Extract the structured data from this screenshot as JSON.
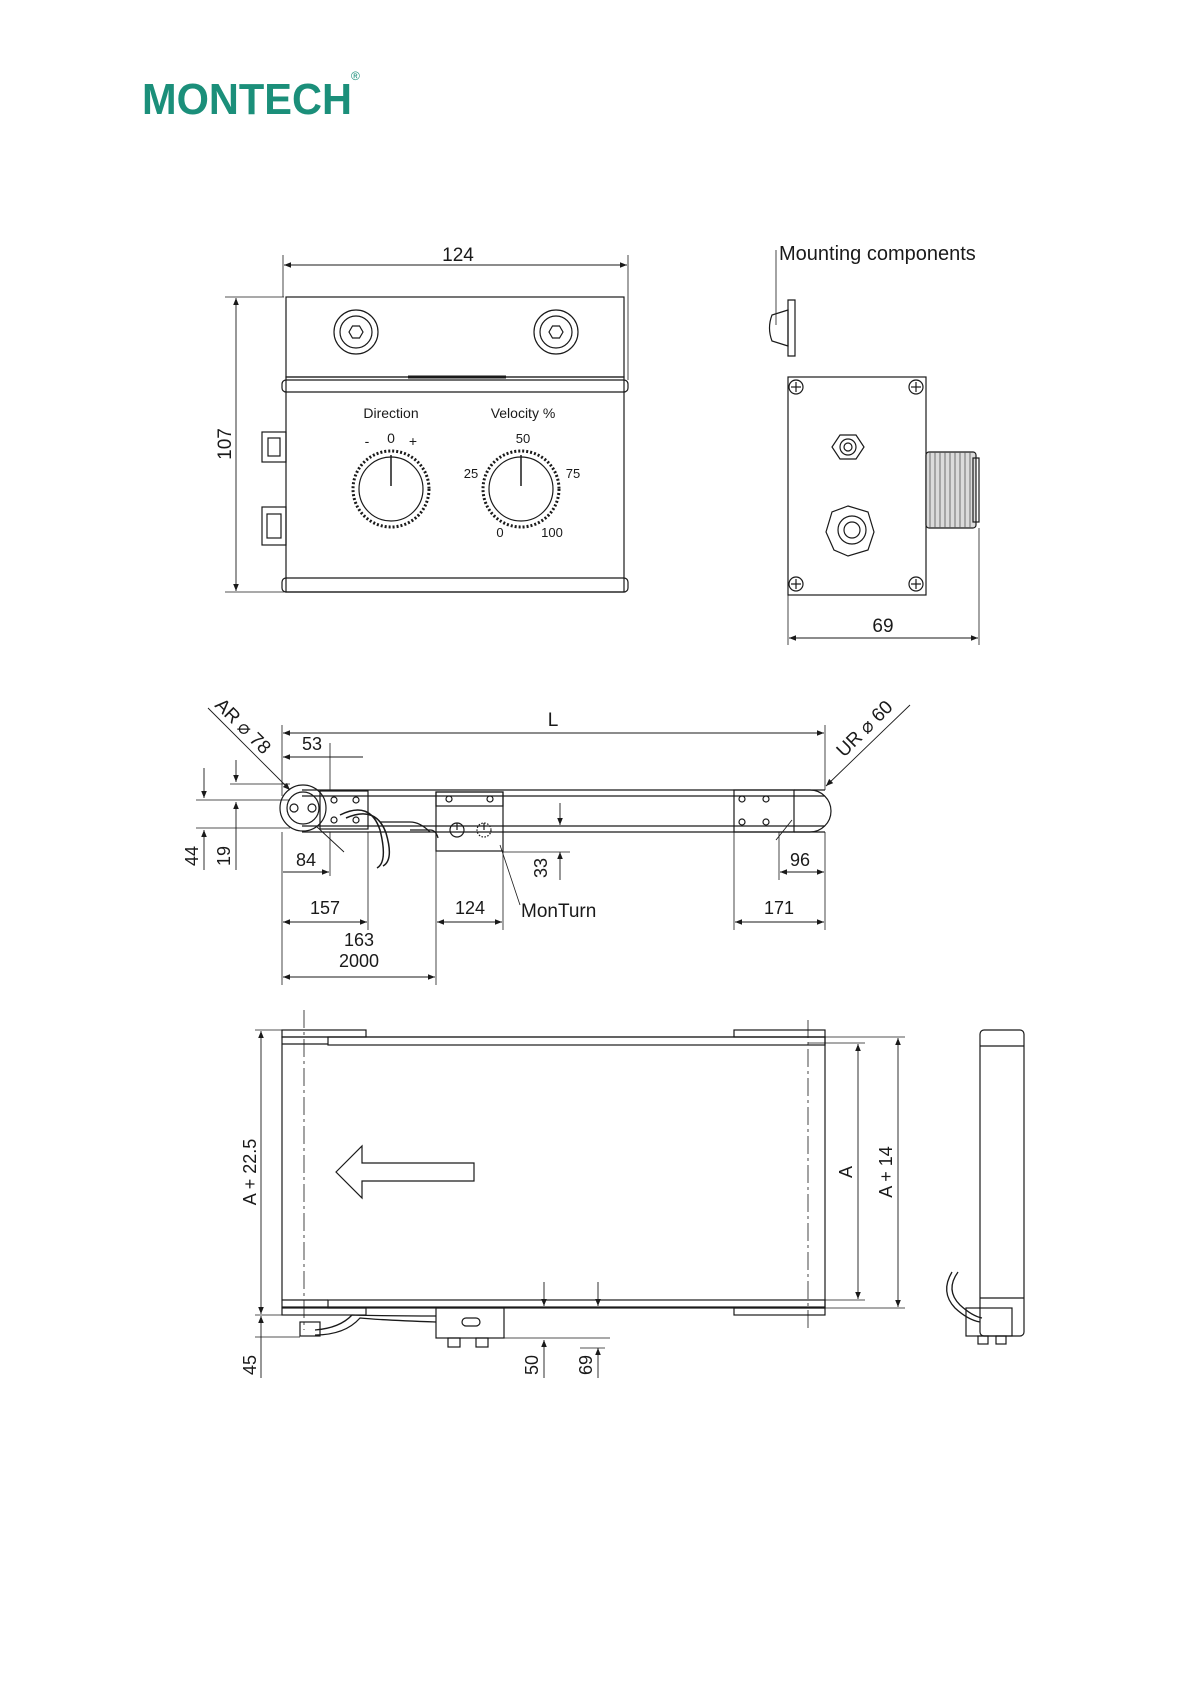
{
  "logo": {
    "text": "MONTECH",
    "registered": "®",
    "color": "#1b8f7a"
  },
  "front_view": {
    "dim_width": "124",
    "dim_height": "107",
    "direction_label": "Direction",
    "direction_marks": [
      "-",
      "0",
      "+"
    ],
    "velocity_label": "Velocity %",
    "velocity_marks": [
      "50",
      "25",
      "75",
      "0",
      "100"
    ]
  },
  "side_view": {
    "title": "Mounting components",
    "dim_depth": "69"
  },
  "conveyor_elevation": {
    "dim_L": "L",
    "dim_AR": "AR ⌀ 78",
    "dim_UR": "UR ⌀ 60",
    "dim_53": "53",
    "dim_44": "44",
    "dim_19": "19",
    "dim_84": "84",
    "dim_33": "33",
    "dim_96": "96",
    "dim_157": "157",
    "dim_124": "124",
    "dim_171": "171",
    "dim_163": "163",
    "dim_2000": "2000",
    "monturn_label": "MonTurn"
  },
  "conveyor_plan": {
    "dim_A_plus_22_5": "A + 22.5",
    "dim_A": "A",
    "dim_A_plus_14": "A + 14",
    "dim_45": "45",
    "dim_50": "50",
    "dim_69": "69"
  },
  "colors": {
    "line": "#1a1a1a",
    "light_line": "#555555"
  }
}
